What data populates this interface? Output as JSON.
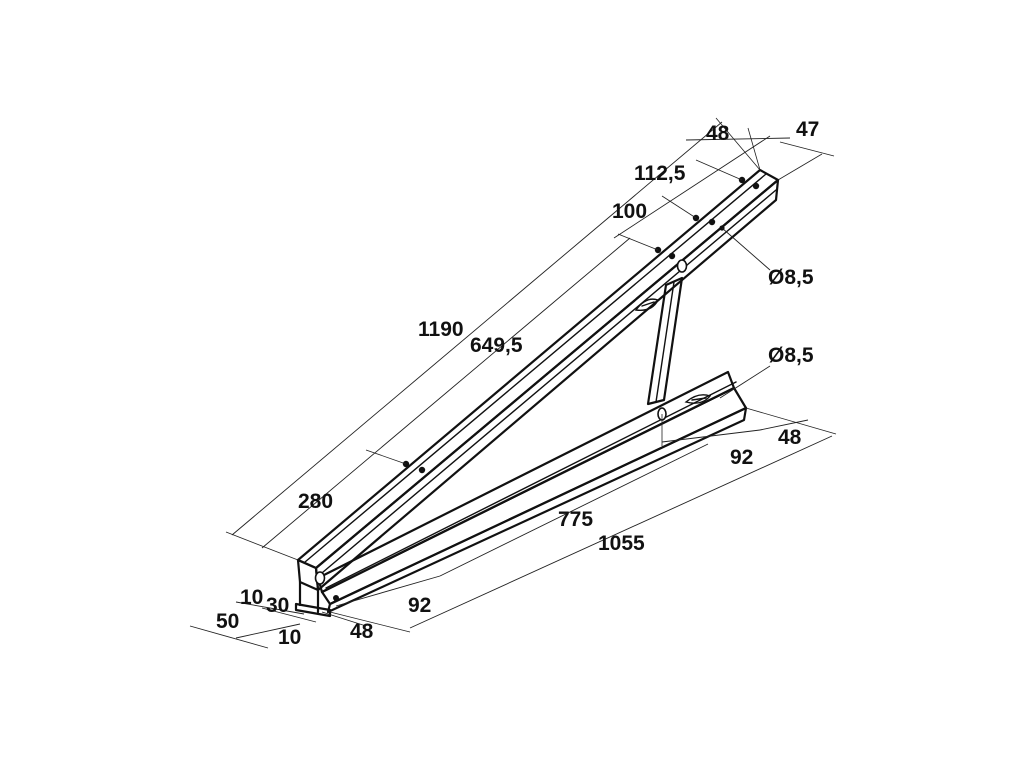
{
  "diagram": {
    "dimensions": {
      "rail_total_length": "1190",
      "rail_segment_long": "649,5",
      "rail_segment_low": "280",
      "rail_hole_spacing": "100",
      "rail_end_offset": "112,5",
      "rail_top_width": "48",
      "rail_top_depth": "47",
      "rail_hole_diameter": "Ø8,5",
      "base_hole_diameter": "Ø8,5",
      "base_total_length": "1055",
      "base_segment": "775",
      "base_end_offset_front": "92",
      "base_end_offset_rear": "92",
      "base_width_front": "48",
      "base_width_rear": "48",
      "foot_flange_10_top": "10",
      "foot_web_30": "30",
      "foot_total_50": "50",
      "foot_flange_10_bottom": "10"
    }
  }
}
